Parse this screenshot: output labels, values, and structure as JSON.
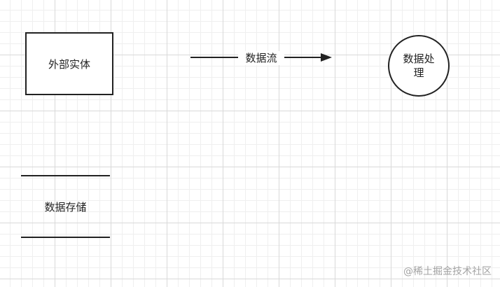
{
  "diagram": {
    "external_entity": {
      "label": "外部实体"
    },
    "data_flow": {
      "label": "数据流"
    },
    "process": {
      "label": "数据处理"
    },
    "data_store": {
      "label": "数据存储"
    }
  },
  "watermark": {
    "text": "@稀土掘金技术社区"
  },
  "colors": {
    "stroke": "#222222",
    "grid_major": "#d9d9d9",
    "grid_minor": "#efefef",
    "watermark": "#a3a3a3"
  }
}
